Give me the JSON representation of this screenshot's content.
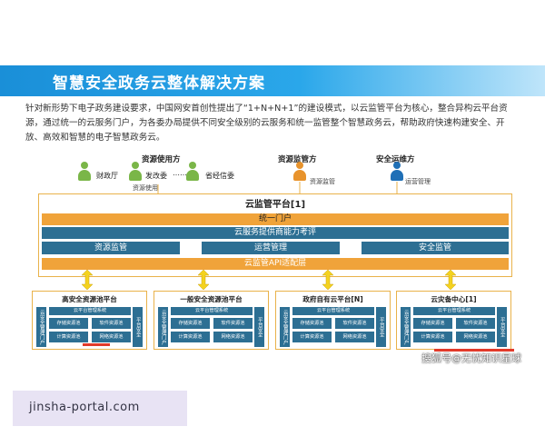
{
  "title": "智慧安全政务云整体解决方案",
  "intro": "针对新形势下电子政务建设要求，中国网安首创性提出了“1+N+N+1”的建设模式，以云监管平台为核心，整合异构云平台资源，通过统一的云服务门户，为各委办局提供不同安全级别的云服务和统一监管整个智慧政务云，帮助政府快速构建安全、开放、高效和智慧的电子智慧政务云。",
  "roles": {
    "resource_users": "资源使用方",
    "finance": "财政厅",
    "ndrc": "发改委",
    "dots": "……",
    "econ_commission": "省经信委",
    "resource_use": "资源使用",
    "regulator": "资源监管方",
    "regulate": "资源监管",
    "security_ops": "安全运维方",
    "ops_manage": "运营管理"
  },
  "cloud_platform": {
    "title": "云监管平台[1]",
    "portal": "统一门户",
    "eval": "云服务提供商能力考评",
    "modules": [
      "资源监管",
      "运营管理",
      "安全监管"
    ],
    "api": "云监管API适配层"
  },
  "sub_platforms": [
    {
      "title": "高安全资源池平台",
      "left": "云安全管理门户",
      "right": "平台安全",
      "mgmt": "云平台管理系统",
      "cells": [
        "存储资源池",
        "软件资源池",
        "计算资源池",
        "网络资源池"
      ]
    },
    {
      "title": "一般安全资源池平台",
      "left": "云安全管理门户",
      "right": "平台安全",
      "mgmt": "云平台管理系统",
      "cells": [
        "存储资源池",
        "软件资源池",
        "计算资源池",
        "网络资源池"
      ]
    },
    {
      "title": "政府自有云平台[N]",
      "left": "云安全管理门户",
      "right": "平台安全",
      "mgmt": "云平台管理系统",
      "cells": [
        "存储资源池",
        "软件资源池",
        "计算资源池",
        "网络资源池"
      ]
    },
    {
      "title": "云灾备中心[1]",
      "left": "云安全管理门户",
      "right": "平台安全",
      "mgmt": "云平台管理系统",
      "cells": [
        "存储资源池",
        "软件资源池",
        "计算资源池",
        "网络资源池"
      ]
    }
  ],
  "watermark": "搜狐号@无忧知识星球",
  "footer": "jinsha-portal.com",
  "colors": {
    "banner": "#1a8fd8",
    "green": "#7ab648",
    "orange": "#e8932c",
    "blue": "#1f6fb6",
    "module": "#2d6f93",
    "accent": "#f0a33a"
  }
}
